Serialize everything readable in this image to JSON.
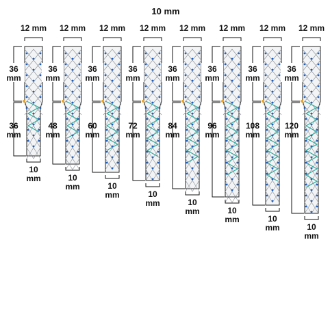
{
  "title": "10 mm",
  "devices": [
    {
      "top_width": "12 mm",
      "top_length": "36\nmm",
      "bottom_length": "36\nmm",
      "bottom_width": "10\nmm"
    },
    {
      "top_width": "12 mm",
      "top_length": "36\nmm",
      "bottom_length": "48\nmm",
      "bottom_width": "10\nmm"
    },
    {
      "top_width": "12 mm",
      "top_length": "36\nmm",
      "bottom_length": "60\nmm",
      "bottom_width": "10\nmm"
    },
    {
      "top_width": "12 mm",
      "top_length": "36\nmm",
      "bottom_length": "72\nmm",
      "bottom_width": "10\nmm"
    },
    {
      "top_width": "12 mm",
      "top_length": "36\nmm",
      "bottom_length": "84\nmm",
      "bottom_width": "10\nmm"
    },
    {
      "top_width": "12 mm",
      "top_length": "36\nmm",
      "bottom_length": "96\nmm",
      "bottom_width": "10\nmm"
    },
    {
      "top_width": "12 mm",
      "top_length": "36\nmm",
      "bottom_length": "108\nmm",
      "bottom_width": "10\nmm"
    },
    {
      "top_width": "12 mm",
      "top_length": "36\nmm",
      "bottom_length": "120\nmm",
      "bottom_width": "10\nmm"
    }
  ],
  "colors": {
    "mesh": "#8a8f96",
    "wave": "#2aa79b",
    "marker": "#1f5fbf",
    "junction": "#f2a51a",
    "fill": "#f3f4f5"
  }
}
